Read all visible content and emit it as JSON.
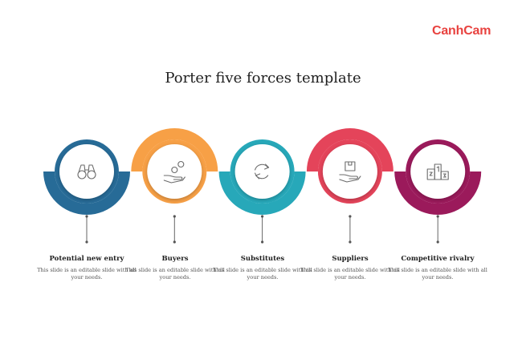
{
  "brand": {
    "logo_text": "CanhCam",
    "color": "#e8423f"
  },
  "slide": {
    "title": "Porter five forces template"
  },
  "forces": [
    {
      "label": "Potential new entry",
      "desc": "This slide is an editable slide with all your needs.",
      "color": "#276b97",
      "arc": "bottom",
      "icon": "binoculars-icon"
    },
    {
      "label": "Buyers",
      "desc": "This slide is an editable slide with all your needs.",
      "color": "#f7a046",
      "arc": "top",
      "icon": "hand-coins-icon"
    },
    {
      "label": "Substitutes",
      "desc": "This slide is an editable slide with all your needs.",
      "color": "#27a8b9",
      "arc": "bottom",
      "icon": "refresh-arrows-icon"
    },
    {
      "label": "Suppliers",
      "desc": "This slide is an editable slide with all your needs.",
      "color": "#e4445a",
      "arc": "top",
      "icon": "hand-box-icon"
    },
    {
      "label": "Competitive rivalry",
      "desc": "This slide is an editable slide with all your needs.",
      "color": "#9b1a5b",
      "arc": "bottom",
      "icon": "podium-icon"
    }
  ]
}
